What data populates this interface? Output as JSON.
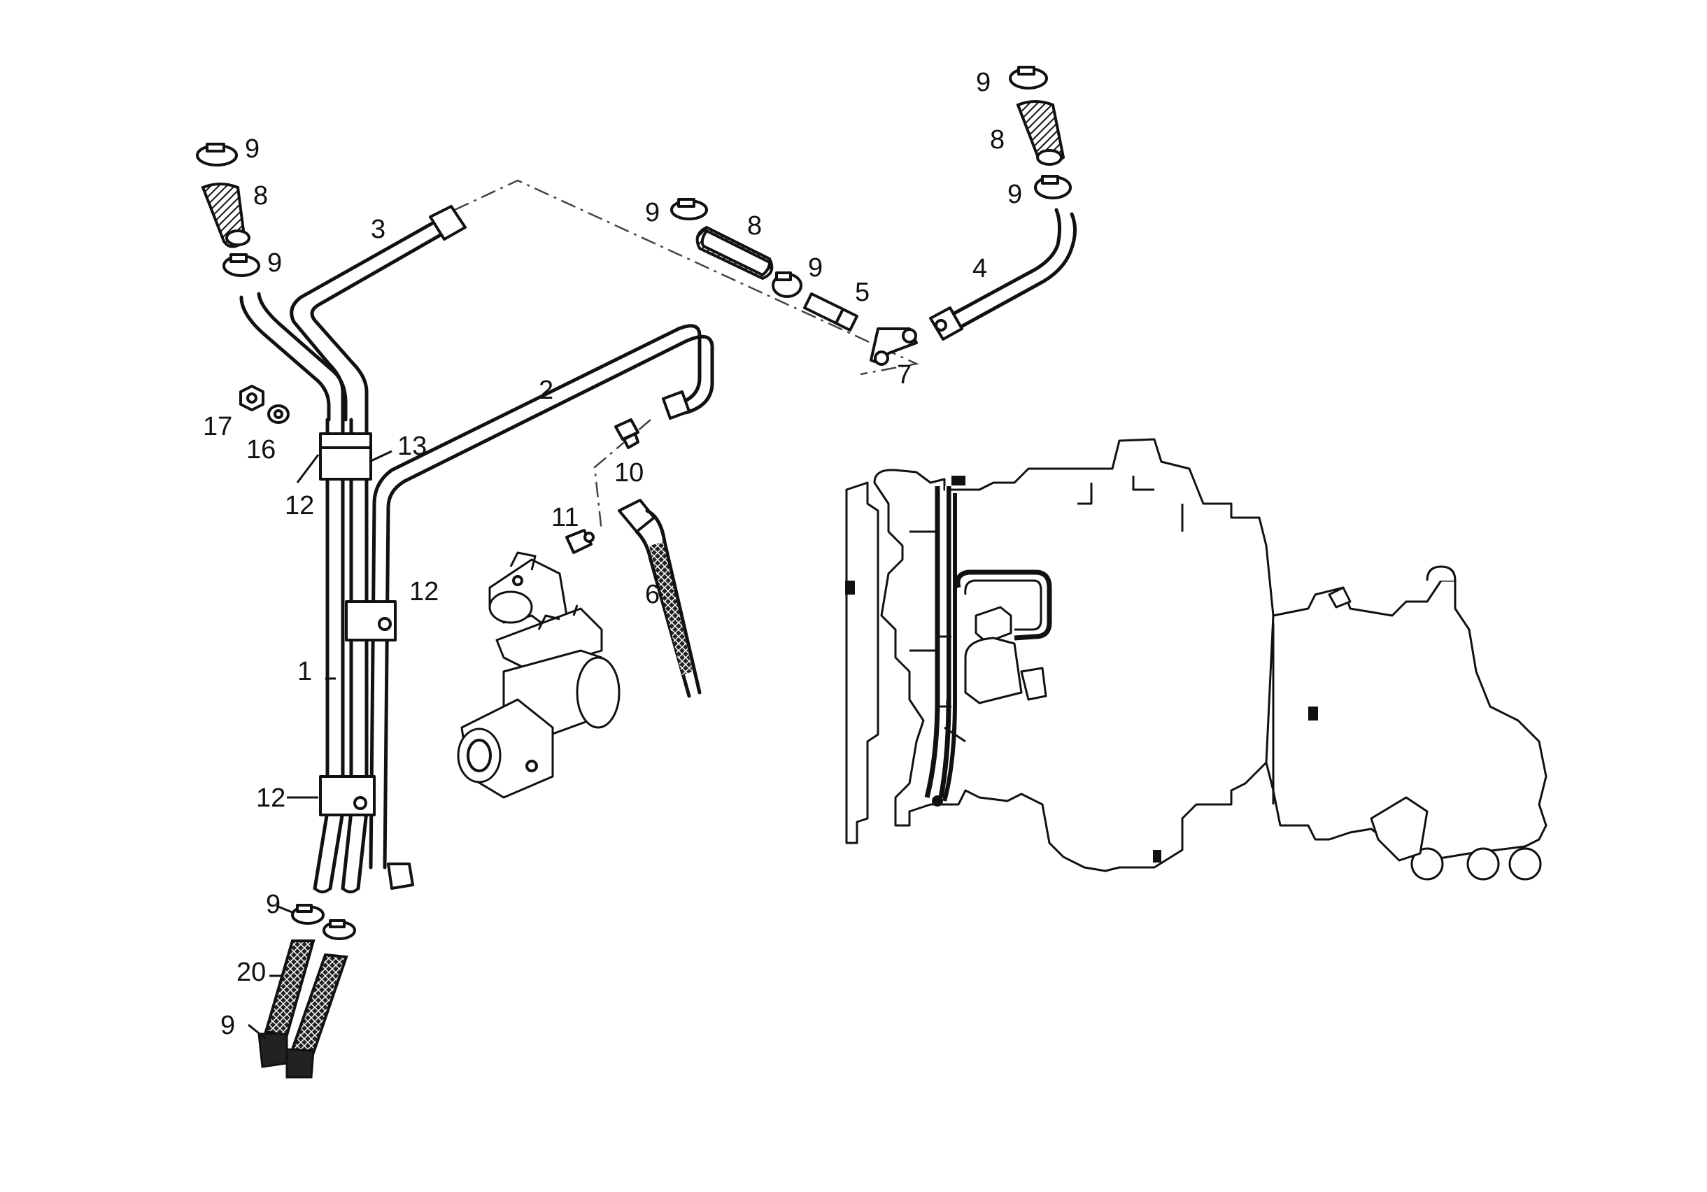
{
  "callouts": {
    "c9_tl_top": "9",
    "c8_tl": "8",
    "c9_tl_bot": "9",
    "c3": "3",
    "c17": "17",
    "c16": "16",
    "c13": "13",
    "c12_top": "12",
    "c12_mid": "12",
    "c12_bot": "12",
    "c1": "1",
    "c2": "2",
    "c10": "10",
    "c11": "11",
    "c6": "6",
    "c9_mid_l": "9",
    "c8_mid": "8",
    "c9_mid_r": "9",
    "c5": "5",
    "c7": "7",
    "c4": "4",
    "c9_tr_top": "9",
    "c8_tr": "8",
    "c9_tr_bot": "9",
    "c9_b_top": "9",
    "c20": "20",
    "c9_b_bot": "9"
  }
}
